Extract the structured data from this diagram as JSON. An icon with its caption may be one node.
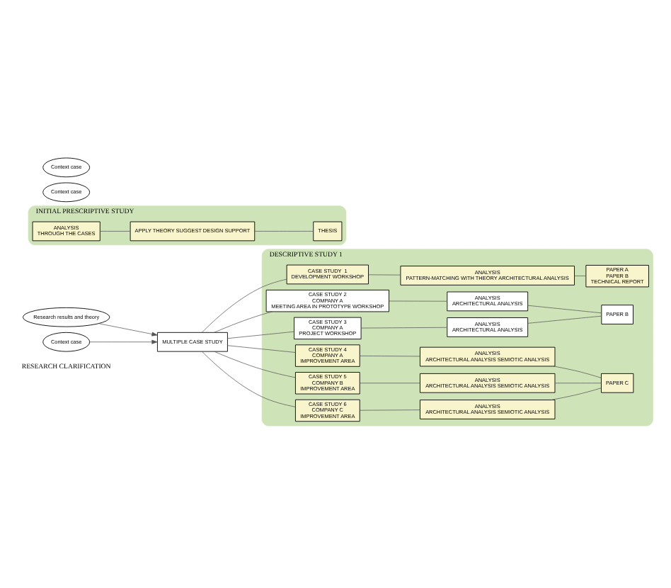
{
  "diagram": {
    "nodes": [
      {
        "text": [
          "MULTIPLE CASE STUDY"
        ]
      },
      {
        "text": [
          "DESCRIPTIVE STUDY 1"
        ]
      },
      {
        "text": [
          "CASE STUDY  1",
          "DEVELOPMENT WORKSHOP"
        ],
        "in": 1
      },
      {
        "text": [
          "ANALYSIS",
          "PATTERN-MATCHING WITH THEORY ARCHITECTURAL ANALYSIS"
        ],
        "in": 1
      },
      {
        "text": [
          "PAPER A",
          "PAPER B",
          "TECHNICAL REPORT"
        ],
        "in": 1
      },
      {
        "text": [
          "CASE STUDY 2",
          "COMPANY A",
          "MEETING AREA IN PROTOTYPE WORKSHOP"
        ],
        "in": 1
      },
      {
        "text": [
          "ANALYSIS",
          "ARCHITECTURAL ANALYSIS"
        ],
        "in": 1
      },
      {
        "text": [
          "PAPER B"
        ],
        "in": 1
      },
      {
        "text": [
          "CASE STUDY 3",
          "COMPANY A",
          "PROJECT WORKSHOP"
        ],
        "in": 1
      },
      {
        "text": [
          "ANALYSIS",
          "ARCHITECTURAL ANALYSIS"
        ],
        "in": 1
      },
      {
        "text": [
          "CASE STUDY 4",
          "COMPANY A",
          "IMPROVEMENT AREA"
        ],
        "in": 1
      },
      {
        "text": [
          "ANALYSIS",
          "ARCHITECTURAL ANALYSIS SEMIOTIC ANALYSIS"
        ],
        "in": 1
      },
      {
        "text": [
          "PAPER C"
        ],
        "in": 1
      },
      {
        "text": [
          "CASE STUDY 5",
          "COMPANY B",
          "IMPROVEMENT AREA"
        ],
        "in": 1
      },
      {
        "text": [
          "ANALYSIS",
          "ARCHITECTURAL ANALYSIS SEMIOTIC ANALYSIS"
        ],
        "in": 1
      },
      {
        "text": [
          "CASE STUDY 6",
          "COMPANY C",
          "IMPROVEMENT AREA"
        ],
        "in": 1
      },
      {
        "text": [
          "ANALYSIS",
          "ARCHITECTURAL ANALYSIS SEMIOTIC ANALYSIS"
        ],
        "in": 1
      },
      {
        "text": [
          "INITIAL PRESCRIPTIVE STUDY"
        ]
      },
      {
        "text": [
          "ANALYSIS",
          "THROUGH THE CASES"
        ],
        "in": 17
      },
      {
        "text": [
          "APPLY THEORY SUGGEST DESIGN SUPPORT"
        ],
        "in": 17
      },
      {
        "text": [
          "THESIS"
        ],
        "in": 17
      },
      {
        "text": [
          "Research results and theory"
        ]
      },
      {
        "text": [
          "Context case"
        ]
      },
      {
        "text": [
          "Context case"
        ]
      },
      {
        "text": [
          "Context case"
        ]
      }
    ],
    "edges": [
      {
        "from": 0,
        "to": 2,
        "arrow": "none"
      },
      {
        "from": 0,
        "to": 5,
        "arrow": "none"
      },
      {
        "from": 0,
        "to": 8,
        "arrow": "none"
      },
      {
        "from": 0,
        "to": 10,
        "arrow": "none"
      },
      {
        "from": 0,
        "to": 13,
        "arrow": "none"
      },
      {
        "from": 0,
        "to": 15,
        "arrow": "none"
      },
      {
        "from": 2,
        "to": 3,
        "arrow": "none"
      },
      {
        "from": 3,
        "to": 4,
        "arrow": "none"
      },
      {
        "from": 5,
        "to": 6,
        "arrow": "none"
      },
      {
        "from": 6,
        "to": 7,
        "arrow": "none"
      },
      {
        "from": 8,
        "to": 9,
        "arrow": "none"
      },
      {
        "from": 9,
        "to": 7,
        "arrow": "none"
      },
      {
        "from": 10,
        "to": 11,
        "arrow": "none"
      },
      {
        "from": 11,
        "to": 12,
        "arrow": "none"
      },
      {
        "from": 13,
        "to": 14,
        "arrow": "none"
      },
      {
        "from": 14,
        "to": 12,
        "arrow": "none"
      },
      {
        "from": 15,
        "to": 16,
        "arrow": "none"
      },
      {
        "from": 16,
        "to": 12,
        "arrow": "none"
      },
      {
        "from": 18,
        "to": 19,
        "arrow": "none"
      },
      {
        "from": 19,
        "to": 20,
        "arrow": "none"
      },
      {
        "from": 21,
        "to": 0,
        "arrow": "to"
      },
      {
        "from": 22,
        "to": 0,
        "arrow": "to"
      }
    ],
    "labels": [
      "RESEARCH CLARIFICATION"
    ]
  }
}
